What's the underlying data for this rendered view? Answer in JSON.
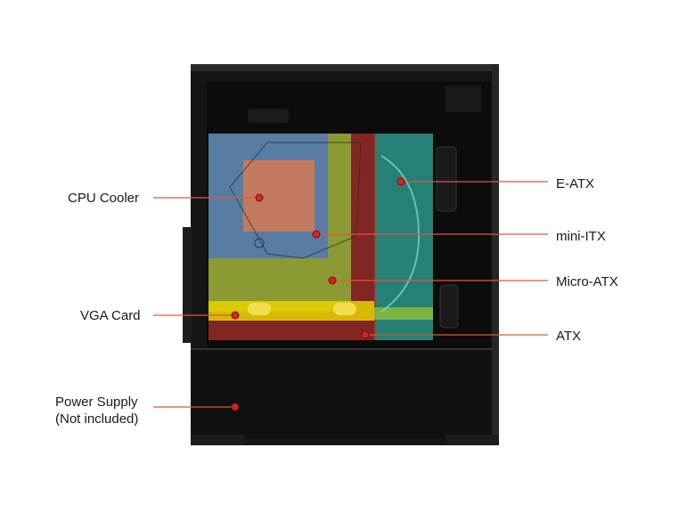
{
  "diagram": {
    "callouts": {
      "cpu_cooler": "CPU Cooler",
      "vga_card": "VGA Card",
      "power_supply_line1": "Power Supply",
      "power_supply_line2": "(Not included)",
      "e_atx": "E-ATX",
      "mini_itx": "mini-ITX",
      "micro_atx": "Micro-ATX",
      "atx": "ATX"
    },
    "colors": {
      "case": "#141414",
      "case_edge": "#2a2a2a",
      "cpu_cooler_zone": "#c97b5c",
      "mini_itx_zone": "#4f77b8",
      "micro_atx_zone": "#8fc13a",
      "atx_zone": "#b5322e",
      "e_atx_zone": "#2fa79a",
      "vga_zone": "#e6d400",
      "leader_line": "#e0573a",
      "marker": "#d4241f"
    }
  }
}
